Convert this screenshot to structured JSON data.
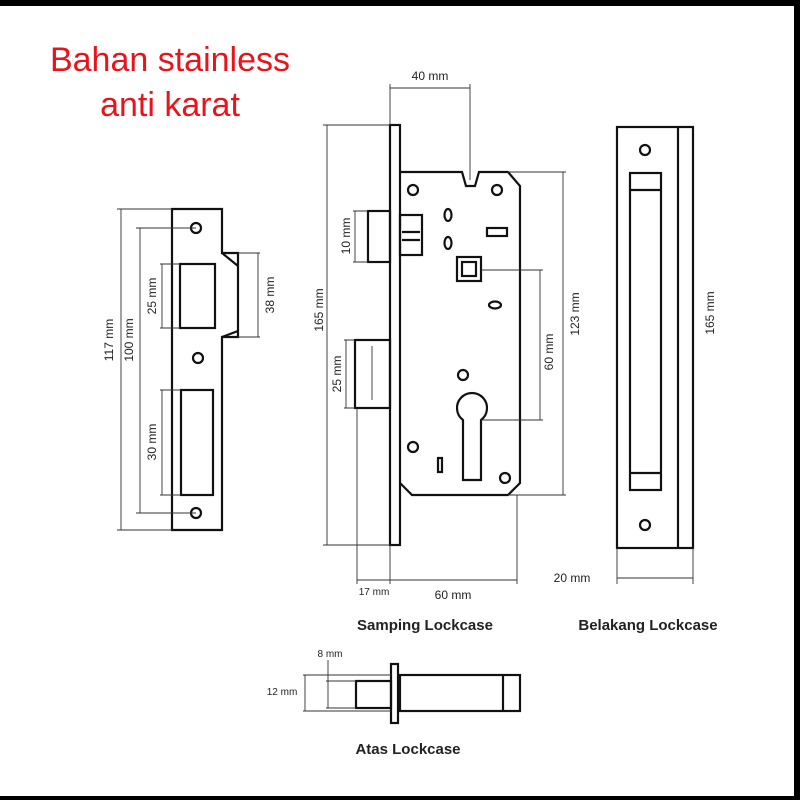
{
  "title": {
    "line1": "Bahan stainless",
    "line2": "anti karat",
    "color": "#e8141b"
  },
  "strike_plate": {
    "dims": {
      "total": "117 mm",
      "holes": "100 mm",
      "latch_opening": "25 mm",
      "bolt_opening": "30 mm",
      "lip": "38 mm"
    }
  },
  "side_view": {
    "caption": "Samping Lockcase",
    "dims": {
      "height": "165 mm",
      "latch": "10 mm",
      "bolt": "25 mm",
      "top": "40 mm",
      "body": "123 mm",
      "center": "60 mm",
      "projection": "17 mm",
      "backset": "60 mm"
    }
  },
  "back_view": {
    "caption": "Belakang Lockcase",
    "dims": {
      "height": "165 mm",
      "width": "20 mm"
    }
  },
  "top_view": {
    "caption": "Atas Lockcase",
    "dims": {
      "inner": "8 mm",
      "outer": "12 mm"
    }
  }
}
